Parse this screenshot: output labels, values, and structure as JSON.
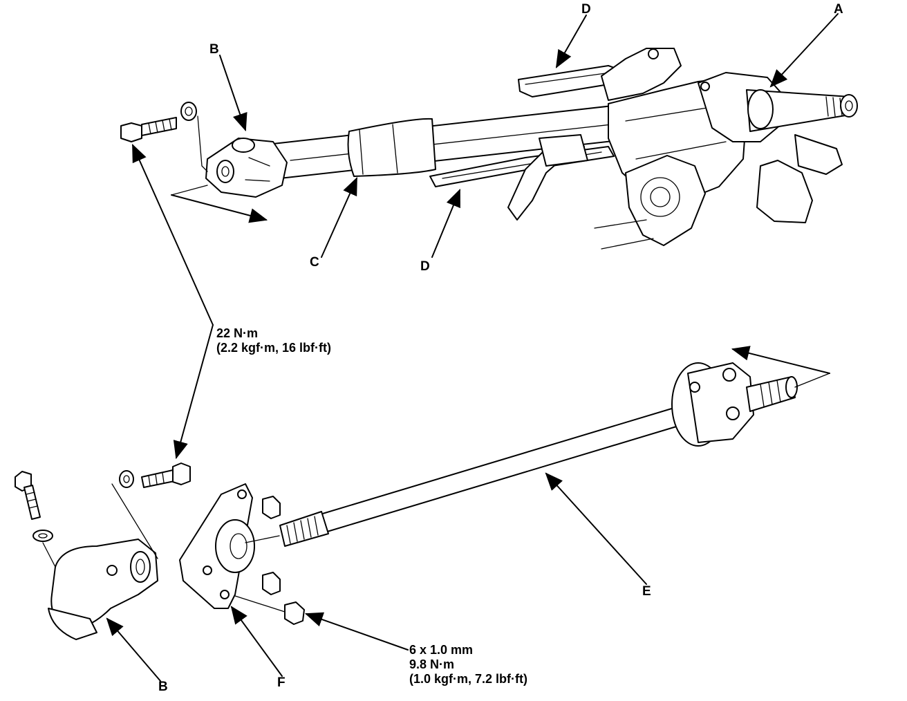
{
  "labels": {
    "a": "A",
    "b_top": "B",
    "b_bottom": "B",
    "c": "C",
    "d_top": "D",
    "d_bottom": "D",
    "e": "E",
    "f": "F"
  },
  "torque_bolt": {
    "line1": "22 N·m",
    "line2": "(2.2 kgf·m, 16 lbf·ft)"
  },
  "torque_nut": {
    "line1": "6 x 1.0 mm",
    "line2": "9.8 N·m",
    "line3": "(1.0 kgf·m, 7.2 lbf·ft)"
  }
}
